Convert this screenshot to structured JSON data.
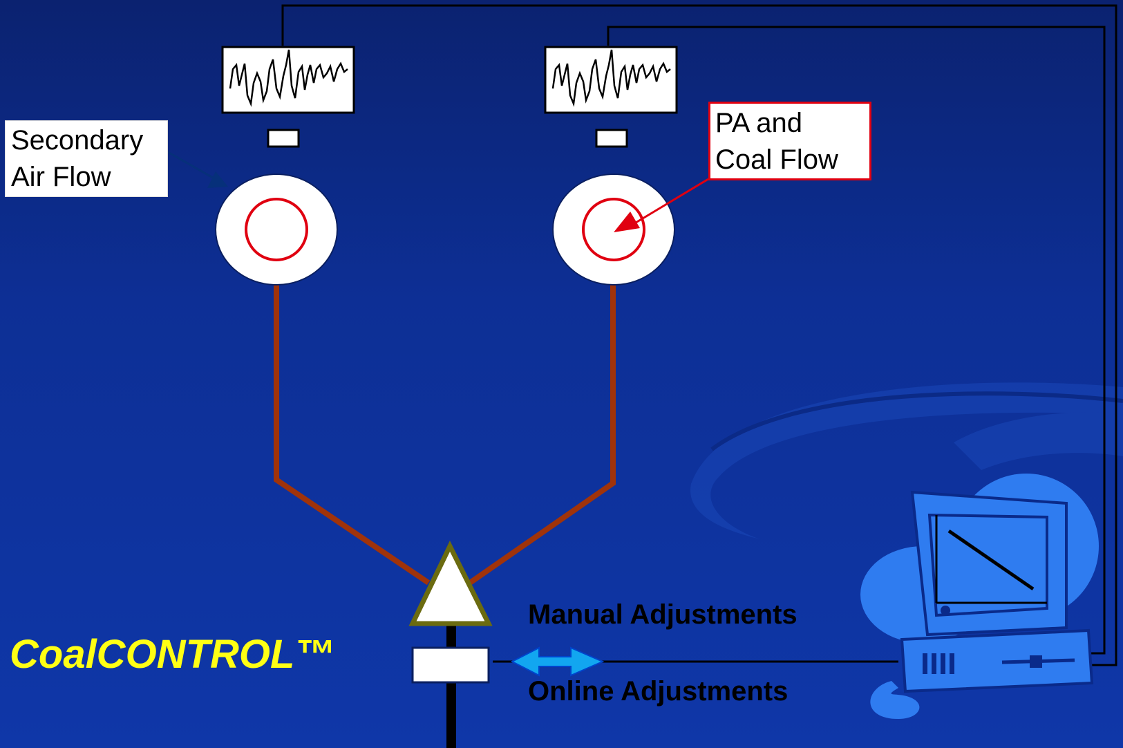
{
  "labels": {
    "secondary_air_line1": "Secondary",
    "secondary_air_line2": "Air Flow",
    "pa_coal_line1": "PA and",
    "pa_coal_line2": "Coal Flow",
    "manual_adjustments": "Manual Adjustments",
    "online_adjustments": "Online Adjustments",
    "brand": "CoalCONTROL™"
  },
  "icons": [
    "signal-trace-icon",
    "burner-icon",
    "splitter-triangle-icon",
    "bidirectional-arrow-icon",
    "computer-icon"
  ],
  "colors": {
    "background": "#0d2f95",
    "pipe": "#a0330a",
    "sensor_ring": "#e00010",
    "arrow": "#12a6f0",
    "brand_text": "#ffff14",
    "triangle_outline": "#6b6b10",
    "computer": "#2f7cf0"
  }
}
